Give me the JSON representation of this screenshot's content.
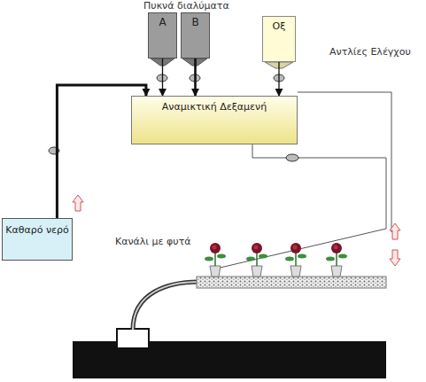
{
  "diagram": {
    "nodes": [
      {
        "text": [
          "A"
        ]
      },
      {
        "text": [
          "B"
        ]
      },
      {
        "text": [
          "Οξ"
        ]
      },
      {
        "text": [
          "Αναμικτική Δεξαμενή"
        ]
      },
      {
        "text": [
          "Καθαρό νερό"
        ]
      }
    ],
    "edges": [
      {
        "from": 0,
        "to": 3,
        "arrow": "to"
      },
      {
        "from": 1,
        "to": 3,
        "arrow": "to"
      },
      {
        "from": 2,
        "to": 3,
        "arrow": "to"
      },
      {
        "from": 4,
        "to": 3,
        "arrow": "to"
      }
    ],
    "labels": [
      "Πυκνά διαλύματα",
      "Αντλίες Ελέγχου",
      "Κανάλι με φυτά"
    ]
  }
}
